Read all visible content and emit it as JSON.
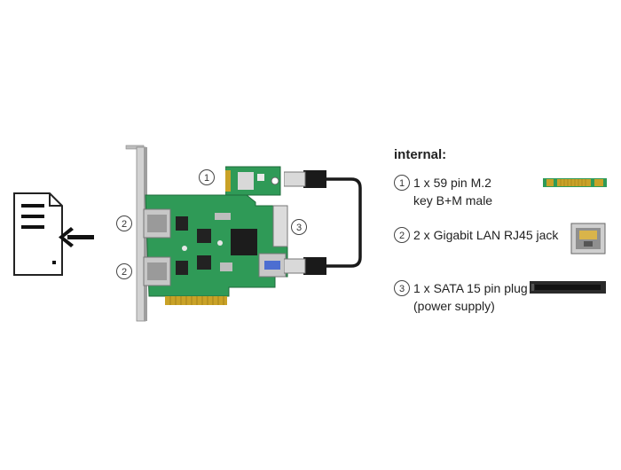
{
  "legend": {
    "title": "internal:",
    "items": [
      {
        "number": "1",
        "line1": "1 x 59 pin M.2",
        "line2": "key B+M male",
        "thumb_icon": "m2-connector-icon"
      },
      {
        "number": "2",
        "line1": "2 x Gigabit LAN RJ45 jack",
        "line2": "",
        "thumb_icon": "rj45-jack-icon"
      },
      {
        "number": "3",
        "line1": "1 x SATA 15 pin plug",
        "line2": "(power supply)",
        "thumb_icon": "sata-plug-icon"
      }
    ]
  },
  "callouts": [
    {
      "id": "m2-module",
      "number": "1"
    },
    {
      "id": "lan-port-top",
      "number": "2"
    },
    {
      "id": "lan-port-bottom",
      "number": "2"
    },
    {
      "id": "sata-plug",
      "number": "3"
    }
  ],
  "icons": {
    "document": "document-icon",
    "arrow": "arrow-left-icon"
  },
  "colors": {
    "pcb_green": "#2f9a57",
    "bracket": "#c9c9c9",
    "cable": "#1a1a1a",
    "gold": "#c9a227"
  }
}
